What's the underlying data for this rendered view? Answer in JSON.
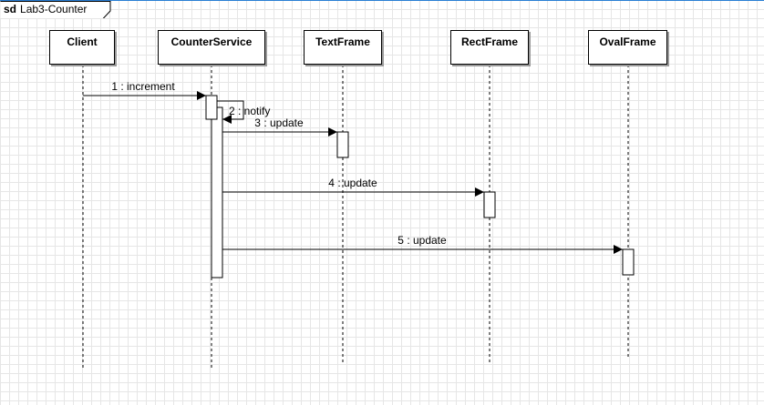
{
  "frame": {
    "keyword": "sd",
    "name": "Lab3-Counter"
  },
  "participants": [
    {
      "name": "Client"
    },
    {
      "name": "CounterService"
    },
    {
      "name": "TextFrame"
    },
    {
      "name": "RectFrame"
    },
    {
      "name": "OvalFrame"
    }
  ],
  "messages": [
    {
      "label": "1 : increment"
    },
    {
      "label": "2 : notify"
    },
    {
      "label": "3 : update"
    },
    {
      "label": "4 : update"
    },
    {
      "label": "5 : update"
    }
  ]
}
